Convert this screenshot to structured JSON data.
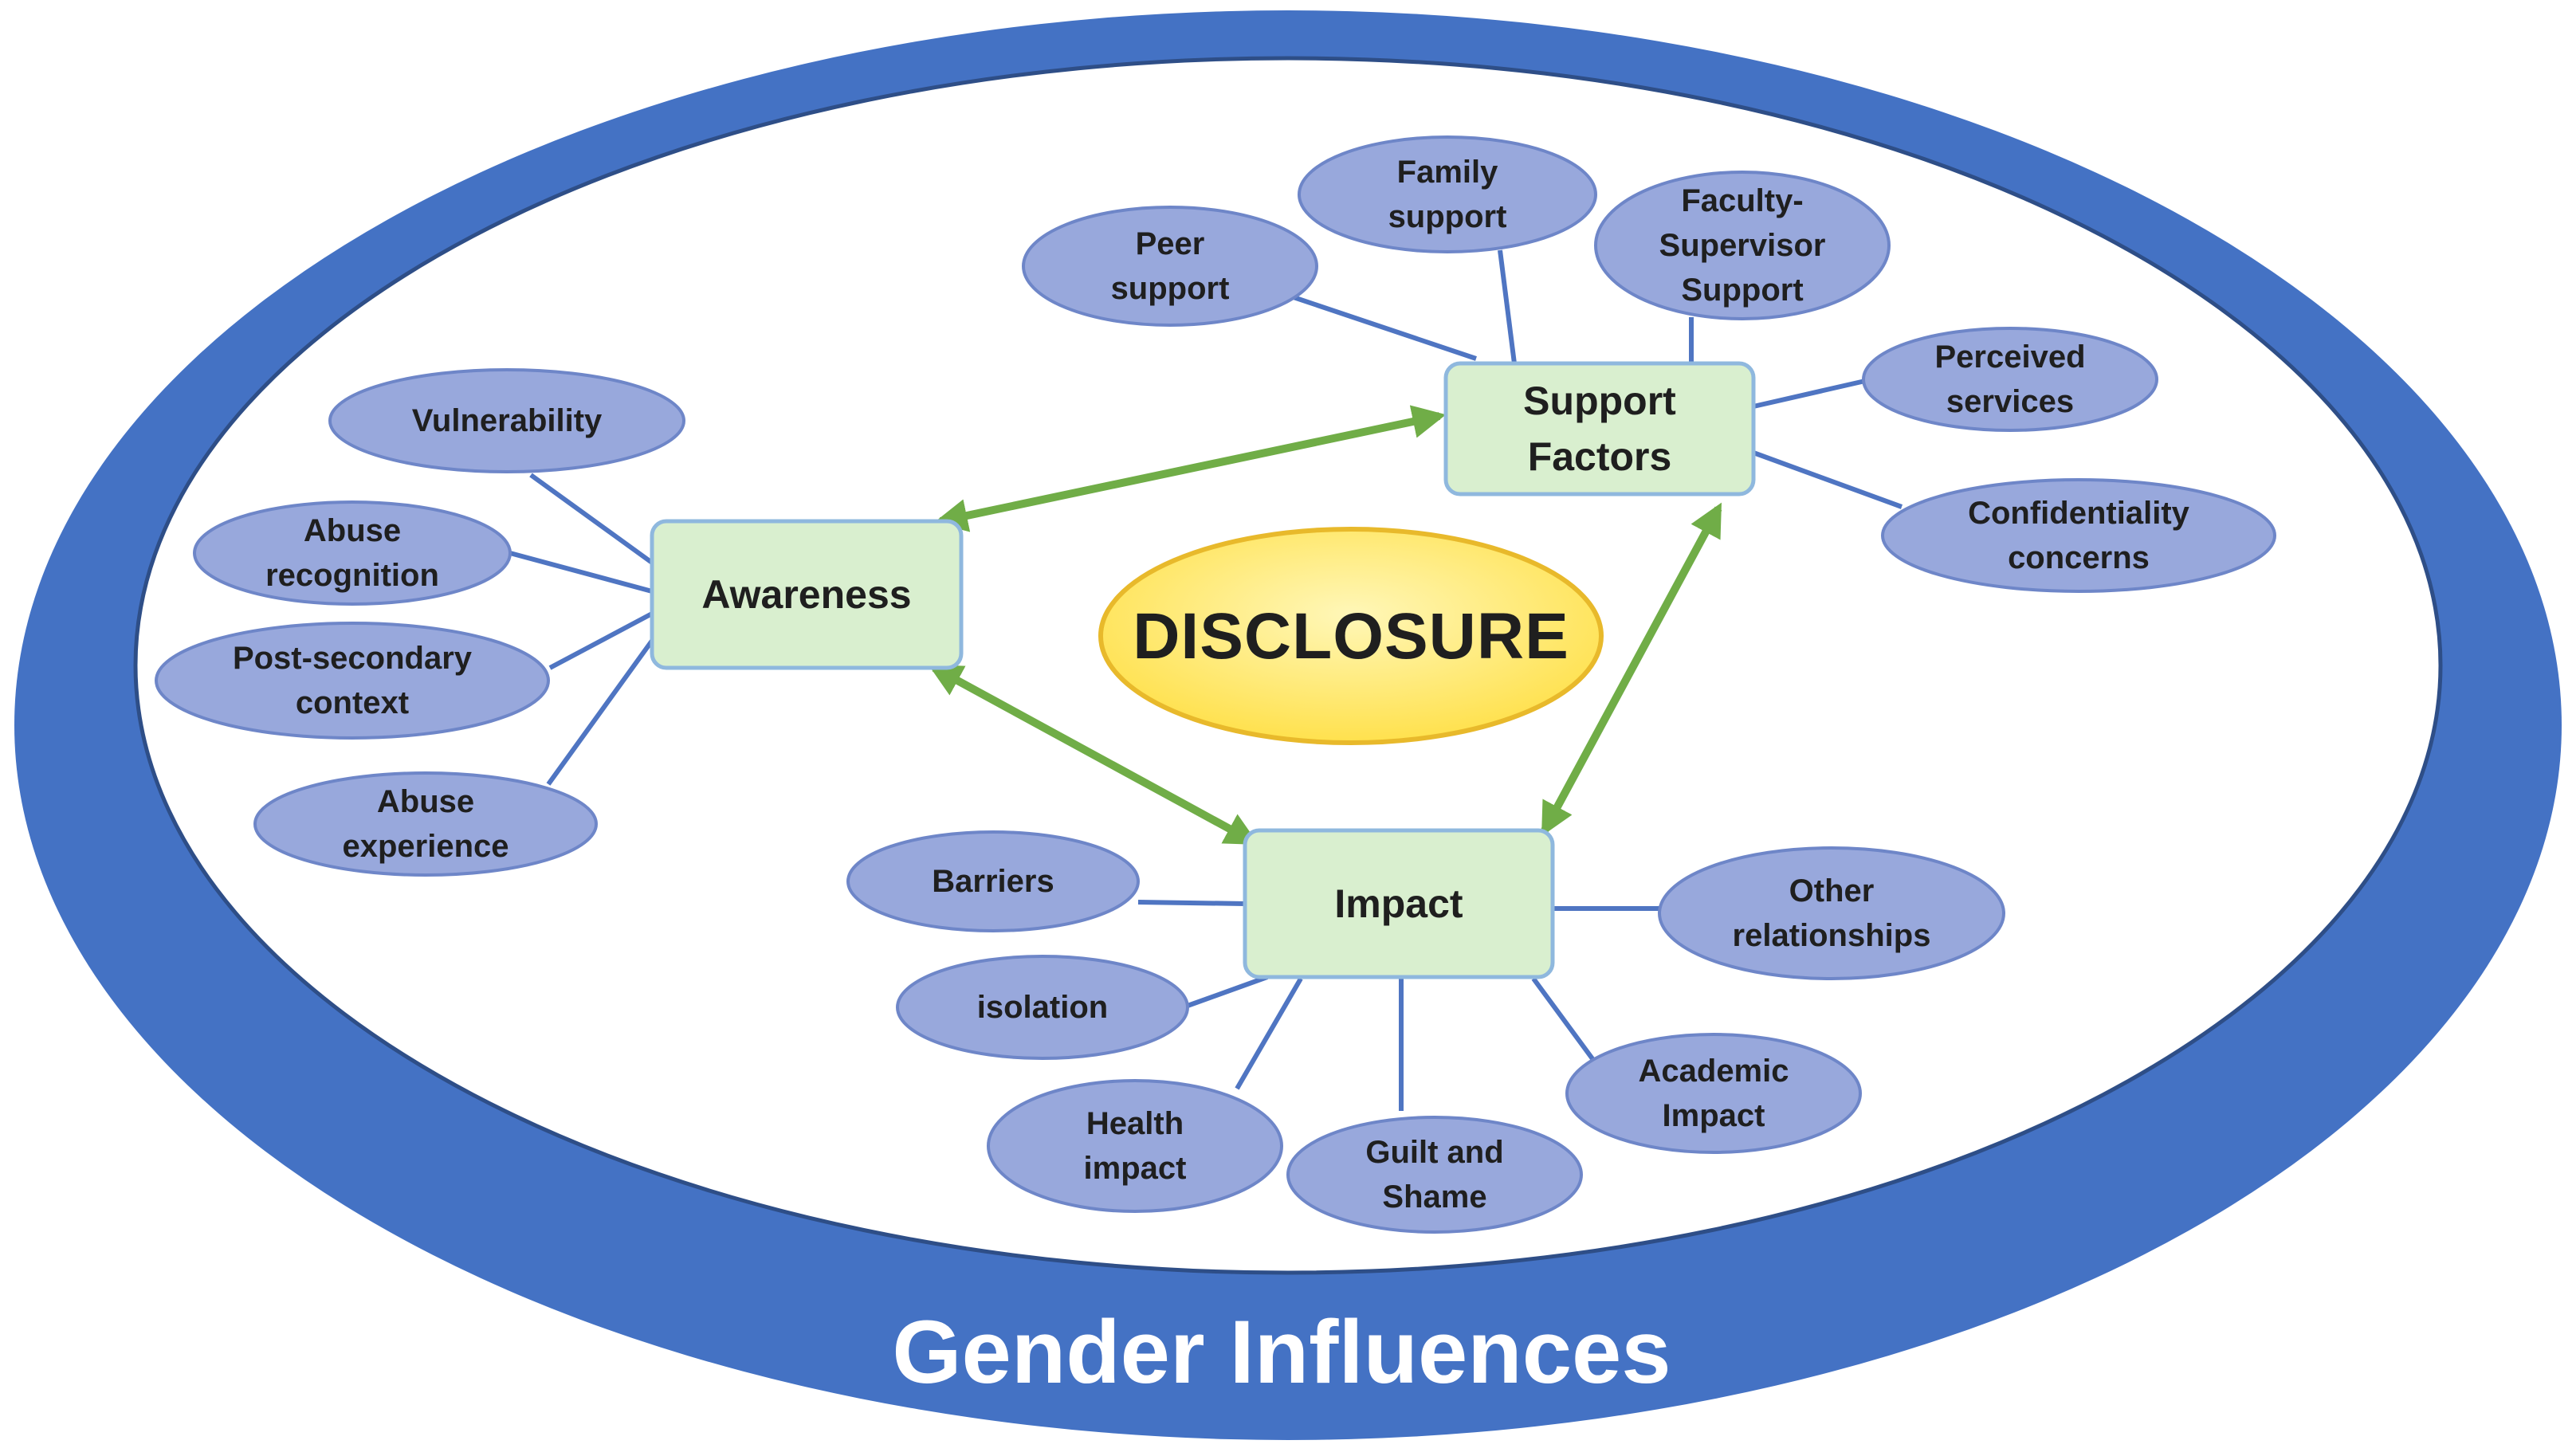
{
  "colors": {
    "frame": "#4472C4",
    "inner": "#ffffff",
    "hub_fill": "#D9EFCF",
    "hub_stroke": "#8FB8DE",
    "sub_fill": "#98A8DC",
    "sub_stroke": "#6E86C8",
    "connector": "#4F75C2",
    "arrow": "#70AD47",
    "center_fill": "#FFE766",
    "center_stroke": "#E8B92B"
  },
  "frame_label": "Gender Influences",
  "center_label": "DISCLOSURE",
  "hubs": {
    "awareness": {
      "lines": [
        "Awareness"
      ]
    },
    "support": {
      "lines": [
        "Support",
        "Factors"
      ]
    },
    "impact": {
      "lines": [
        "Impact"
      ]
    }
  },
  "subtopics": {
    "vulnerability": {
      "lines": [
        "Vulnerability"
      ]
    },
    "abuse_recognition": {
      "lines": [
        "Abuse",
        "recognition"
      ]
    },
    "post_secondary_context": {
      "lines": [
        "Post-secondary",
        "context"
      ]
    },
    "abuse_experience": {
      "lines": [
        "Abuse",
        "experience"
      ]
    },
    "peer_support": {
      "lines": [
        "Peer",
        "support"
      ]
    },
    "family_support": {
      "lines": [
        "Family",
        "support"
      ]
    },
    "faculty_supervisor_support": {
      "lines": [
        "Faculty-",
        "Supervisor",
        "Support"
      ]
    },
    "perceived_services": {
      "lines": [
        "Perceived",
        "services"
      ]
    },
    "confidentiality_concerns": {
      "lines": [
        "Confidentiality",
        "concerns"
      ]
    },
    "barriers": {
      "lines": [
        "Barriers"
      ]
    },
    "isolation": {
      "lines": [
        "isolation"
      ]
    },
    "health_impact": {
      "lines": [
        "Health",
        "impact"
      ]
    },
    "guilt_and_shame": {
      "lines": [
        "Guilt and",
        "Shame"
      ]
    },
    "academic_impact": {
      "lines": [
        "Academic",
        "Impact"
      ]
    },
    "other_relationships": {
      "lines": [
        "Other",
        "relationships"
      ]
    }
  }
}
